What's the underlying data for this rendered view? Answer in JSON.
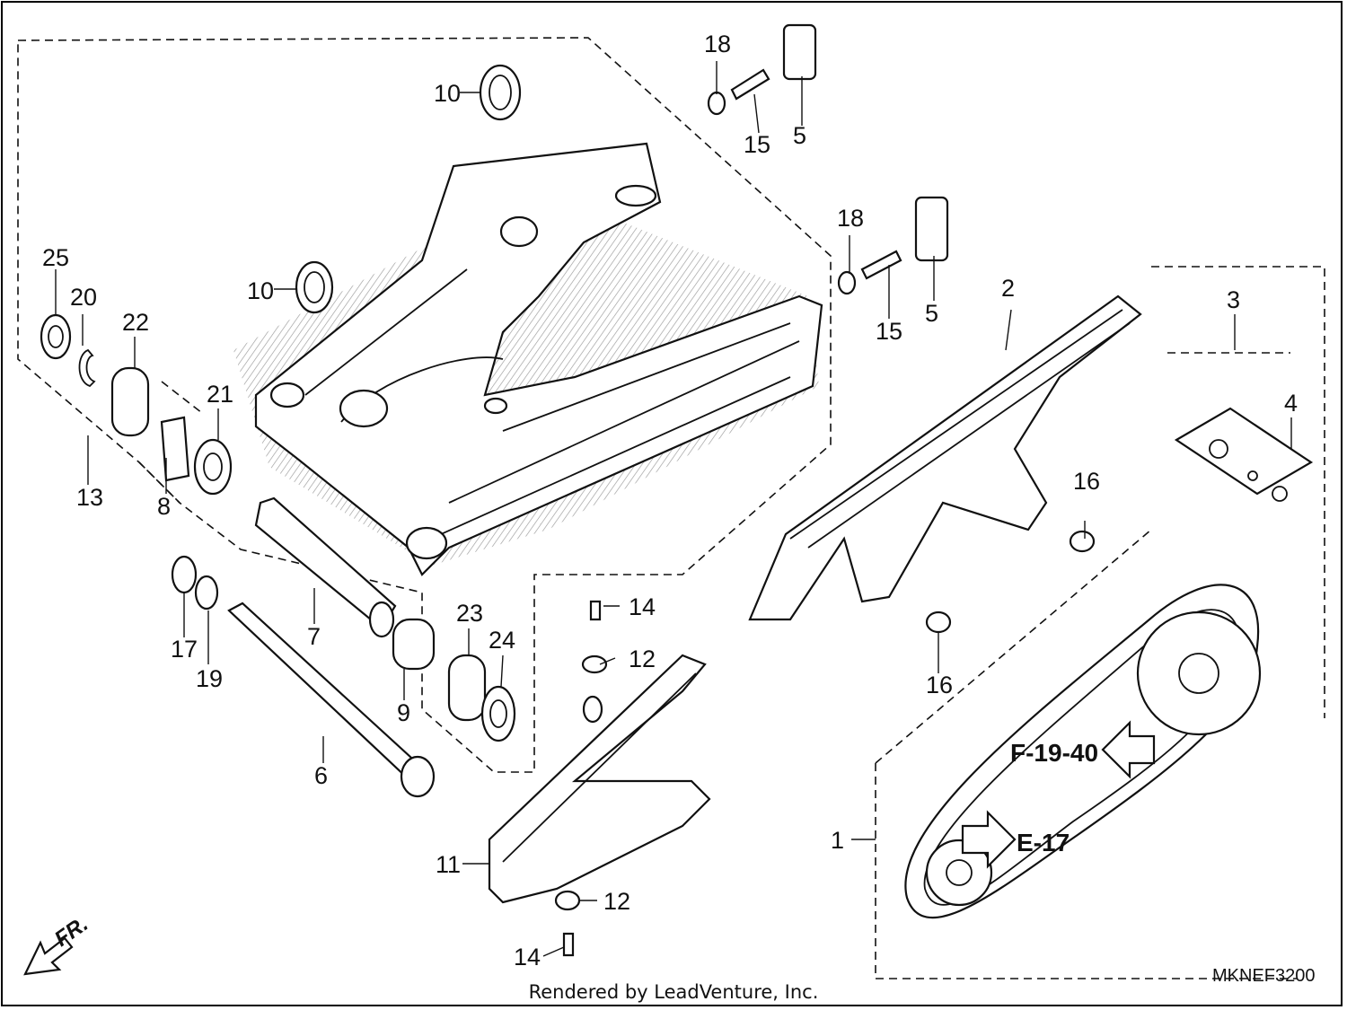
{
  "diagram": {
    "callouts": [
      {
        "label": "1"
      },
      {
        "label": "2"
      },
      {
        "label": "3"
      },
      {
        "label": "4"
      },
      {
        "label": "5"
      },
      {
        "label": "5"
      },
      {
        "label": "6"
      },
      {
        "label": "7"
      },
      {
        "label": "8"
      },
      {
        "label": "9"
      },
      {
        "label": "10"
      },
      {
        "label": "10"
      },
      {
        "label": "11"
      },
      {
        "label": "12"
      },
      {
        "label": "12"
      },
      {
        "label": "13"
      },
      {
        "label": "14"
      },
      {
        "label": "14"
      },
      {
        "label": "15"
      },
      {
        "label": "15"
      },
      {
        "label": "16"
      },
      {
        "label": "16"
      },
      {
        "label": "17"
      },
      {
        "label": "18"
      },
      {
        "label": "18"
      },
      {
        "label": "19"
      },
      {
        "label": "20"
      },
      {
        "label": "21"
      },
      {
        "label": "22"
      },
      {
        "label": "23"
      },
      {
        "label": "24"
      },
      {
        "label": "25"
      }
    ],
    "refs": [
      {
        "label": "F-19-40"
      },
      {
        "label": "E-17"
      }
    ],
    "direction_label": "FR.",
    "diagram_code": "MKNEF3200",
    "credit": "Rendered by LeadVenture, Inc."
  }
}
